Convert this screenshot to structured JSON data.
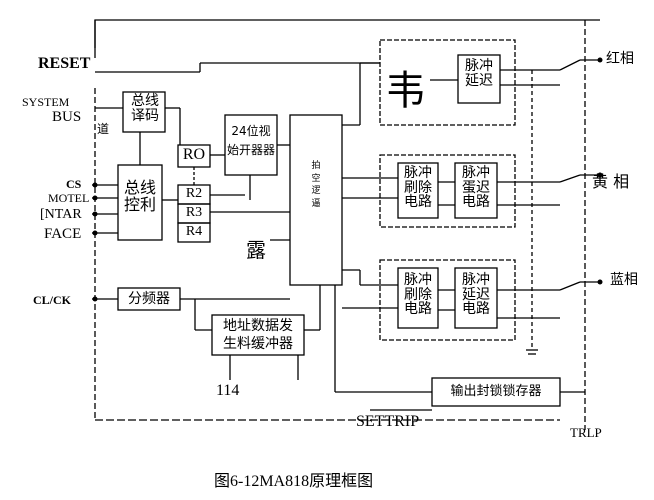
{
  "labels": {
    "reset": "RESET",
    "system": "SYSTEM",
    "bus": "BUS",
    "dao": "道",
    "cs": "CS",
    "motel": "MOTEL",
    "ntar": "[NTAR",
    "face": "FACE",
    "clck": "CL/CK",
    "red_phase": "红相",
    "yellow_phase": "黄 相",
    "blue_phase": "蓝相",
    "settrip": "SETTRIP",
    "trlp": "TRLP",
    "n114": "114",
    "lu": "露"
  },
  "blocks": {
    "bus_decoder": "总线\n译码",
    "bus_control": "总线\n控利",
    "r0": "RO",
    "r2": "R2",
    "r3": "R3",
    "r4": "R4",
    "timer": "24位视\n始开器器",
    "control_logic": "拍\n空\n逻\n逼",
    "wei": "韦",
    "delay1": "脉冲\n延迟",
    "eraser2": "脉冲\n刷除\n电路",
    "delay2": "脉冲\n蛋迟\n电路",
    "eraser3": "脉冲\n刷除\n电路",
    "delay3": "脉冲\n延迟\n电路",
    "divider": "分频器",
    "addr_buf": "地址数据发\n生料缓冲器",
    "latch": "输出封锁锁存器"
  },
  "caption": "图6-12MA818原理框图"
}
